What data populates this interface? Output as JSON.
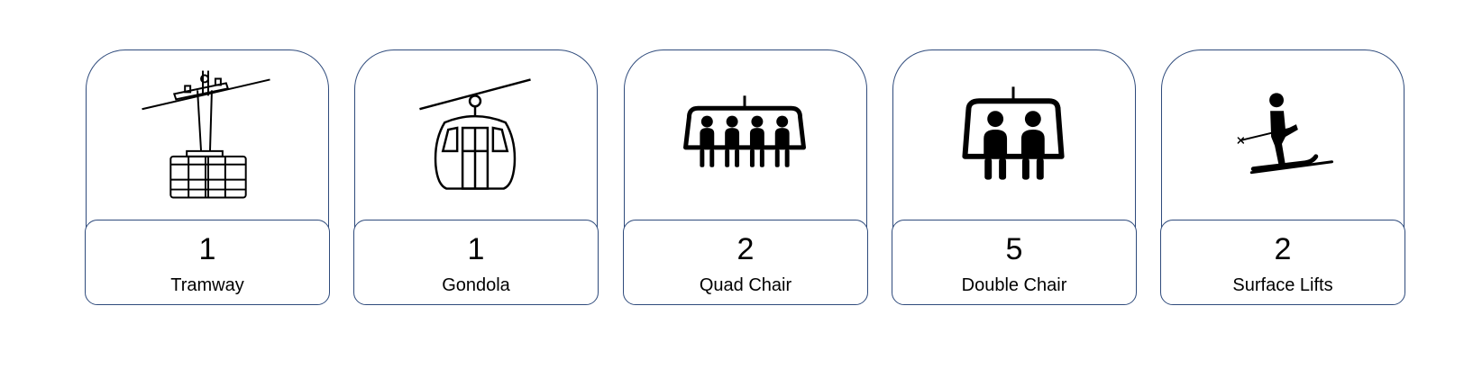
{
  "colors": {
    "card_border": "#2f4b7c",
    "icon": "#000000",
    "background": "#ffffff"
  },
  "cards": [
    {
      "icon": "tramway-icon",
      "count": "1",
      "label": "Tramway"
    },
    {
      "icon": "gondola-icon",
      "count": "1",
      "label": "Gondola"
    },
    {
      "icon": "quad-chair-icon",
      "count": "2",
      "label": "Quad Chair"
    },
    {
      "icon": "double-chair-icon",
      "count": "5",
      "label": "Double Chair"
    },
    {
      "icon": "surface-lift-icon",
      "count": "2",
      "label": "Surface Lifts"
    }
  ]
}
